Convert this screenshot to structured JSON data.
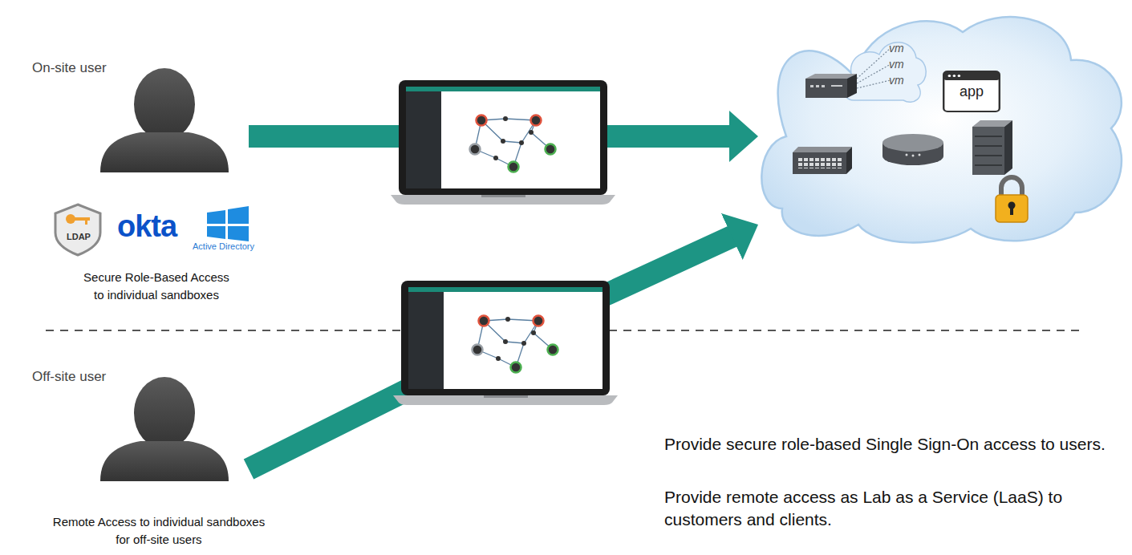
{
  "diagram": {
    "nodes": [
      {
        "text": [
          "On-site user"
        ]
      },
      {
        "text": []
      },
      {
        "text": [
          "vm",
          "vm",
          "vm"
        ],
        "in": 1
      },
      {
        "text": [
          "app"
        ],
        "in": 1
      },
      {
        "text": [
          "Off-site user"
        ]
      }
    ],
    "edges": [
      {
        "from": 0,
        "to": 1,
        "arrow": "to"
      },
      {
        "from": 4,
        "to": 1,
        "arrow": "to"
      }
    ],
    "labels": [
      "LDAP",
      "okta",
      "Active Directory",
      "Secure Role-Based Access to individual sandboxes",
      "Remote Access to individual sandboxes for off-site users",
      "Provide secure role-based Single Sign-On access to users.",
      "Provide remote access as Lab as a Service (LaaS) to customers and clients."
    ]
  }
}
